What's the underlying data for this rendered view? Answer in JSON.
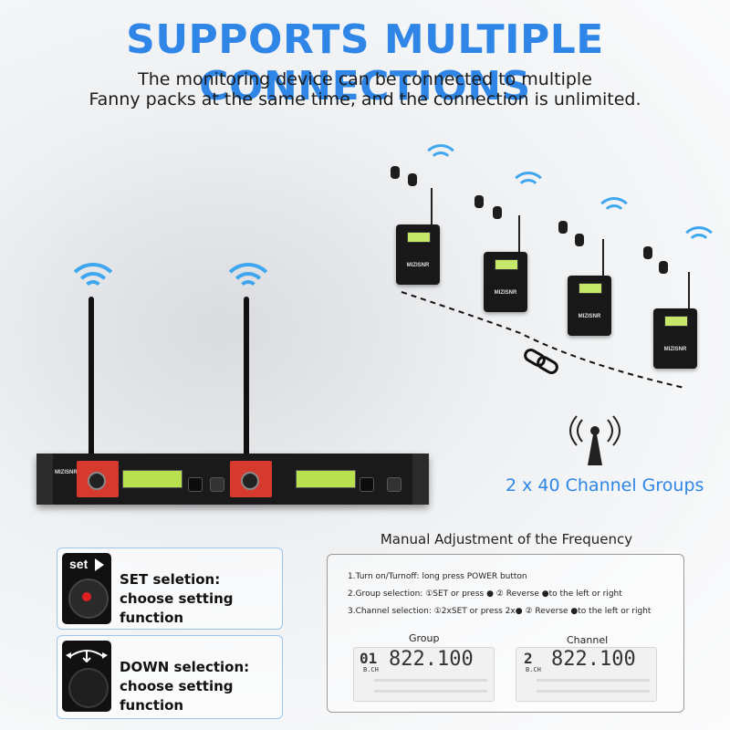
{
  "headline": "SUPPORTS MULTIPLE CONNECTIONS",
  "subtitle": {
    "line1": "The monitoring device can be connected to multiple",
    "line2": "Fanny packs at the same time, and the connection is unlimited."
  },
  "brand": "MIZISNR",
  "channel_groups_label": "2 x 40 Channel Groups",
  "set_card": {
    "button_label": "set",
    "line1": "SET seletion:",
    "line2": "choose setting function"
  },
  "down_card": {
    "line1": "DOWN selection:",
    "line2": "choose setting function"
  },
  "manual": {
    "title": "Manual Adjustment of the Frequency",
    "step1": "1.Turn on/Turnoff:  long press POWER button",
    "step2": "2.Group selection: ①SET or press ●   ② Reverse ●to the left or right",
    "step3": "3.Channel selection: ①2xSET or press 2x●   ② Reverse ●to the left or right",
    "group_label": "Group",
    "channel_label": "Channel",
    "group_display": {
      "prefix": "01",
      "freq": "822.100",
      "sub": "B.CH"
    },
    "channel_display": {
      "prefix": "2",
      "freq": "822.100",
      "sub": "B.CH"
    }
  },
  "colors": {
    "accent": "#2f86e6",
    "wifi": "#3fa6f0",
    "red": "#d63a2f",
    "lcd": "#b9e04f"
  }
}
